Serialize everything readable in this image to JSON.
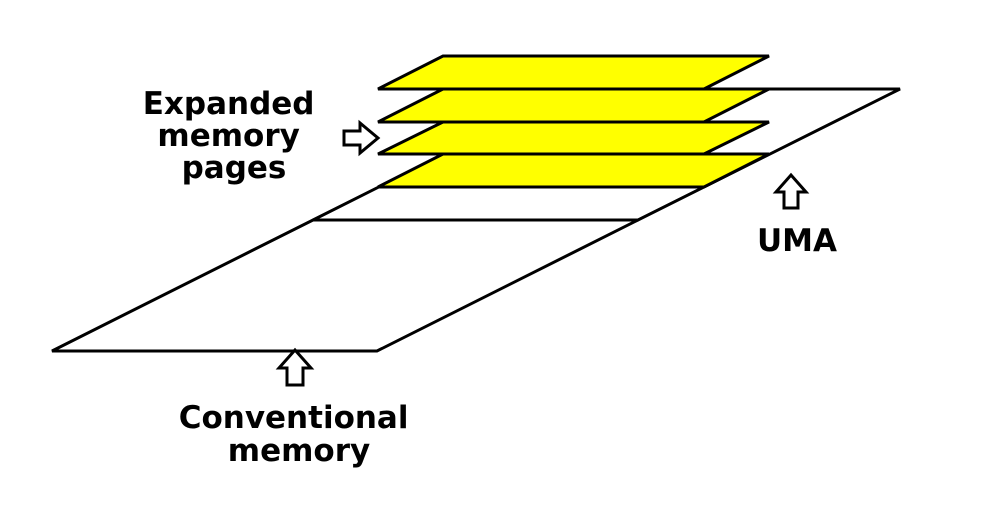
{
  "labels": {
    "expanded_pages": [
      "Expanded",
      "memory",
      "pages"
    ],
    "uma": "UMA",
    "conventional": [
      "Conventional",
      "memory"
    ]
  },
  "colors": {
    "page_fill": "#ffff00",
    "stroke": "#000000",
    "background": "#ffffff"
  },
  "expanded_page_count": 4
}
